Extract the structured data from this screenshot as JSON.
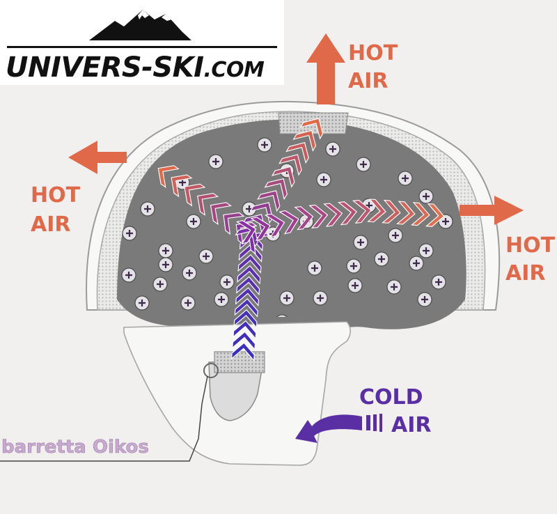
{
  "logo": {
    "brand": "UNIVERS-SKI",
    "domain": ".COM"
  },
  "labels": {
    "hot_air_top": [
      "HOT",
      "AIR"
    ],
    "hot_air_left": [
      "HOT",
      "AIR"
    ],
    "hot_air_right": [
      "HOT",
      "AIR"
    ],
    "cold_air": [
      "COLD",
      "AIR"
    ],
    "part_label": "barretta Oikos"
  },
  "colors": {
    "background": "#f1f0ee",
    "hot": "#e0694a",
    "cold": "#5a2fa3",
    "shell_gray": "#787878",
    "part_label": "#c8a9d0",
    "logo_text": "#111111"
  },
  "icons": {
    "vent_hole": "plus-circle-icon",
    "mountain": "mountain-logo-icon"
  }
}
